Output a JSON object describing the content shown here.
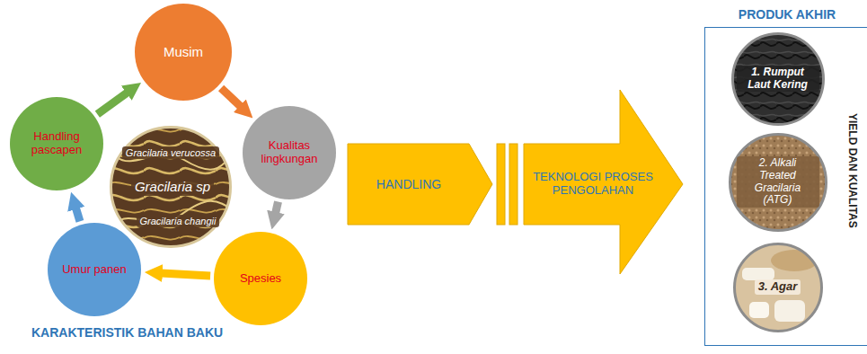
{
  "diagram": {
    "nodes": [
      {
        "text": [
          "Musim"
        ]
      },
      {
        "text": [
          "Kualitas lingkungan"
        ]
      },
      {
        "text": [
          "Spesies"
        ]
      },
      {
        "text": [
          "Umur panen"
        ]
      },
      {
        "text": [
          "Handling pascapen"
        ]
      },
      {
        "text": [
          "Gracilaria verucossa",
          "Gracilaria sp",
          "Gracilaria changii"
        ]
      },
      {
        "text": [
          "HANDLING"
        ]
      },
      {
        "text": [
          "TEKNOLOGI PROSES PENGOLAHAN"
        ]
      },
      {
        "text": [
          "PRODUK AKHIR",
          "YIELD DAN KUALITAS"
        ]
      },
      {
        "text": [
          "1. Rumput Laut Kering"
        ],
        "in": 8
      },
      {
        "text": [
          "2. Alkali Treated Gracilaria (ATG)"
        ],
        "in": 8
      },
      {
        "text": [
          "3. Agar"
        ],
        "in": 8
      }
    ],
    "edges": [
      {
        "from": 0,
        "to": 1,
        "arrow": "to"
      },
      {
        "from": 1,
        "to": 2,
        "arrow": "to"
      },
      {
        "from": 2,
        "to": 3,
        "arrow": "to"
      },
      {
        "from": 3,
        "to": 4,
        "arrow": "to"
      },
      {
        "from": 4,
        "to": 0,
        "arrow": "to"
      }
    ],
    "labels": [
      "KARAKTERISTIK BAHAN BAKU"
    ]
  }
}
